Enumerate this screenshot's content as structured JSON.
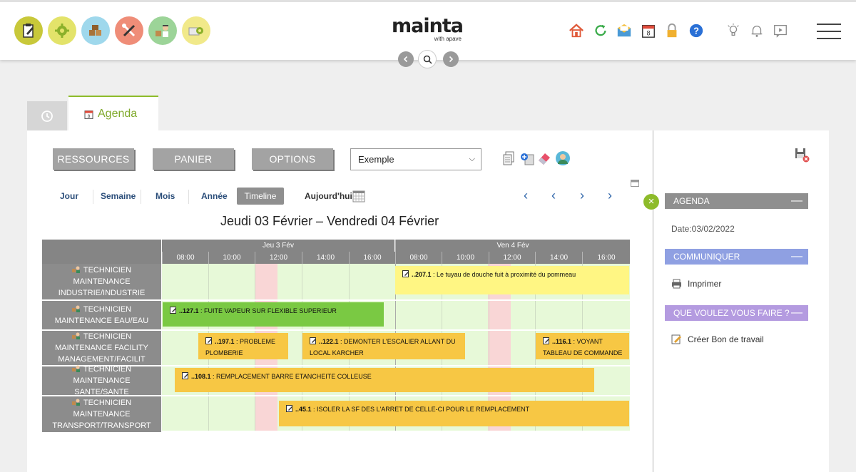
{
  "header": {
    "logo_text": "mainta",
    "logo_sub": "with apave"
  },
  "modules": [
    {
      "name": "module-interventions",
      "icon": "clipboard-icon",
      "color": "#c8c83a"
    },
    {
      "name": "module-maintenance",
      "icon": "gear-icon",
      "color": "#e3e36a"
    },
    {
      "name": "module-stock",
      "icon": "boxes-icon",
      "color": "#9fd8ec"
    },
    {
      "name": "module-tools",
      "icon": "tools-icon",
      "color": "#ef8d78"
    },
    {
      "name": "module-suppliers",
      "icon": "worker-icon",
      "color": "#9cd498"
    },
    {
      "name": "module-settings",
      "icon": "settings-icon",
      "color": "#f1e98a"
    }
  ],
  "tabs": {
    "agenda_label": "Agenda",
    "agenda_icon_day": "8"
  },
  "toolbar": {
    "ressources": "RESSOURCES",
    "panier": "PANIER",
    "options": "OPTIONS",
    "select_value": "Exemple"
  },
  "views": {
    "jour": "Jour",
    "semaine": "Semaine",
    "mois": "Mois",
    "annee": "Année",
    "timeline": "Timeline",
    "today": "Aujourd'hui"
  },
  "range_title": "Jeudi 03 Février – Vendredi 04 Février",
  "scheduler": {
    "days": [
      "Jeu 3 Fév",
      "Ven 4 Fév"
    ],
    "hours": [
      "08:00",
      "10:00",
      "12:00",
      "14:00",
      "16:00",
      "08:00",
      "10:00",
      "12:00",
      "14:00",
      "16:00"
    ],
    "resources": [
      "TECHNICIEN MAINTENANCE INDUSTRIE/INDUSTRIE",
      "TECHNICIEN MAINTENANCE EAU/EAU",
      "TECHNICIEN MAINTENANCE FACILITY MANAGEMENT/FACILIT",
      "TECHNICIEN MAINTENANCE SANTE/SANTE",
      "TECHNICIEN MAINTENANCE TRANSPORT/TRANSPORT"
    ],
    "events": [
      {
        "id": "..207.1",
        "text": " : Le tuyau de douche fuit à proximité du pommeau",
        "color": "#fff683"
      },
      {
        "id": "..127.1",
        "text": " : FUITE VAPEUR SUR FLEXIBLE SUPERIEUR",
        "color": "#7ac943"
      },
      {
        "id": "..197.1",
        "text": " : PROBLEME PLOMBERIE",
        "color": "#f7c744"
      },
      {
        "id": "..122.1",
        "text": " : DEMONTER L'ESCALIER ALLANT DU LOCAL KARCHER",
        "color": "#f7c744"
      },
      {
        "id": "..116.1",
        "text": " : VOYANT TABLEAU DE COMMANDE",
        "color": "#f7c744"
      },
      {
        "id": "..108.1",
        "text": " : REMPLACEMENT BARRE ETANCHEITE COLLEUSE",
        "color": "#f7c744"
      },
      {
        "id": "..45.1",
        "text": " : ISOLER LA SF DES L'ARRET DE CELLE-CI POUR LE REMPLACEMENT",
        "color": "#f7c744"
      }
    ]
  },
  "side": {
    "agenda_title": "AGENDA",
    "date_text": "Date:03/02/2022",
    "communiquer_title": "COMMUNIQUER",
    "print_label": "Imprimer",
    "action_title": "QUE VOULEZ VOUS FAIRE ?",
    "create_label": "Créer Bon de travail",
    "colors": {
      "agenda": "#8f8f8f",
      "communiquer": "#8fa0e2",
      "action": "#b49be0"
    }
  }
}
